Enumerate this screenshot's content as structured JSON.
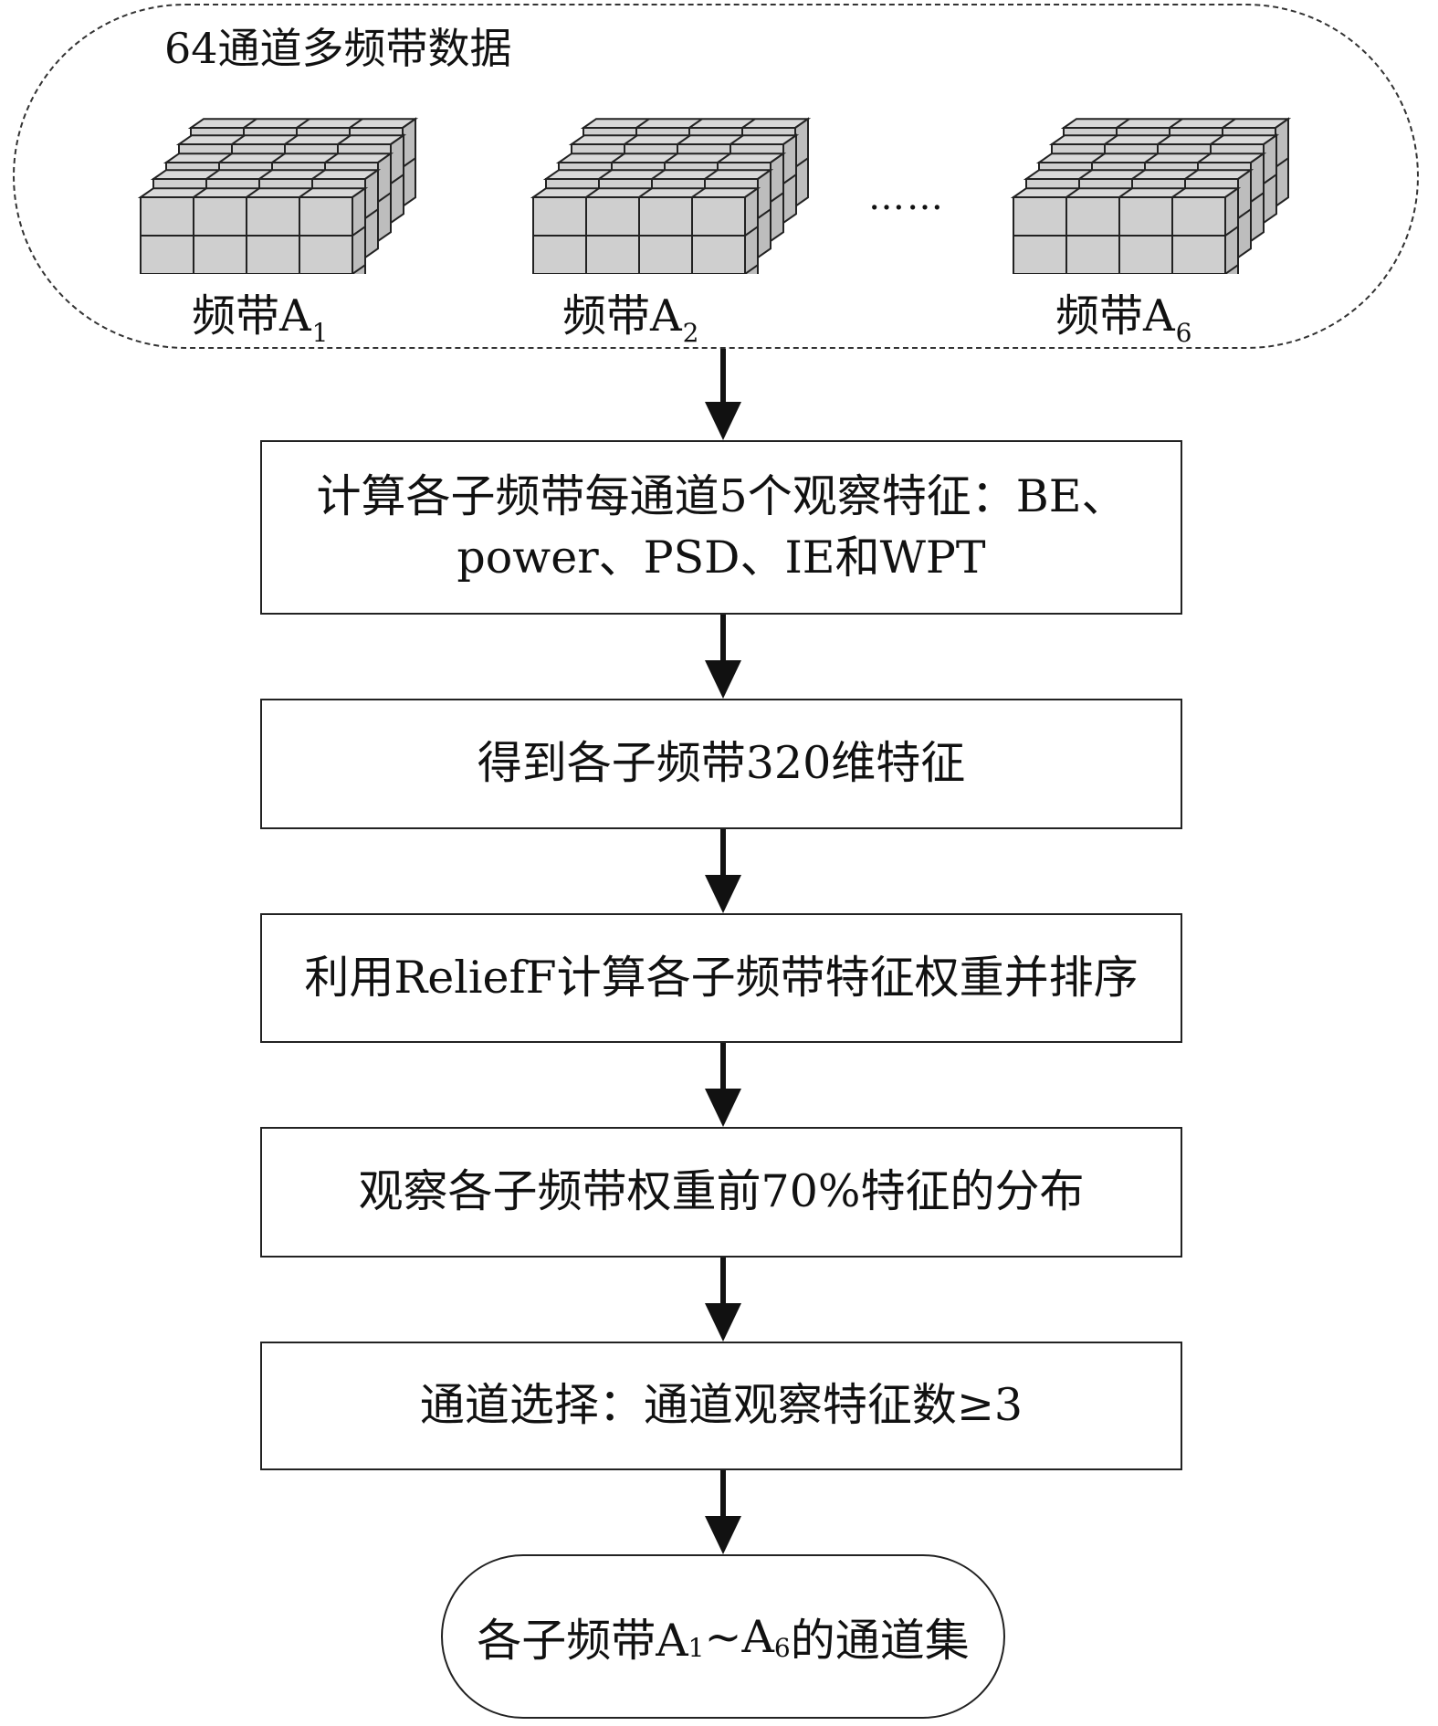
{
  "input_group": {
    "title": "64通道多频带数据",
    "bands": [
      {
        "name": "频带A",
        "sub": "1"
      },
      {
        "name": "频带A",
        "sub": "2"
      },
      {
        "name": "频带A",
        "sub": "6"
      }
    ],
    "ellipsis": "……"
  },
  "steps": [
    {
      "line1": "计算各子频带每通道5个观察特征：BE、",
      "line2": "power、PSD、IE和WPT"
    },
    {
      "text": "得到各子频带320维特征"
    },
    {
      "text": "利用ReliefF计算各子频带特征权重并排序"
    },
    {
      "text": "观察各子频带权重前70%特征的分布"
    },
    {
      "text": "通道选择：通道观察特征数≥3"
    }
  ],
  "final": {
    "prefix": "各子频带A",
    "sub1": "1",
    "tilde": "~A",
    "sub2": "6",
    "suffix": "的通道集"
  }
}
